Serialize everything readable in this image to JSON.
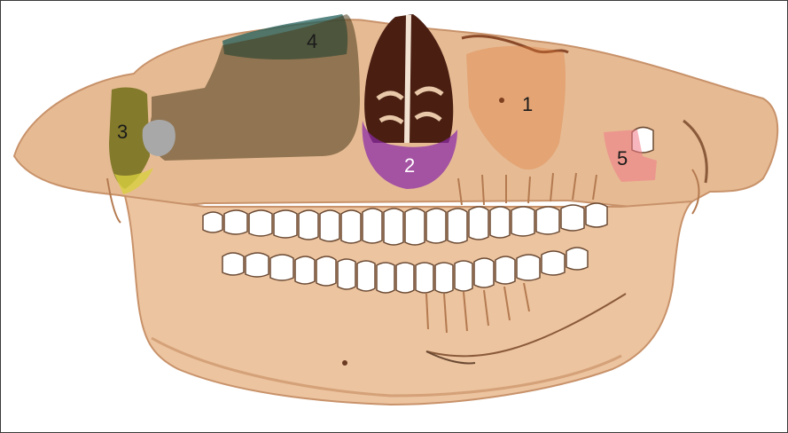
{
  "regions": [
    {
      "id": "1",
      "label": "1",
      "color": "#e07a3a"
    },
    {
      "id": "2",
      "label": "2",
      "color": "#8a2aa8"
    },
    {
      "id": "3",
      "label": "3",
      "color": "#6b6a12"
    },
    {
      "id": "4",
      "label": "4",
      "color": "#1f5e5a"
    },
    {
      "id": "5",
      "label": "5",
      "color": "#f07a86"
    }
  ],
  "colors": {
    "bone": "#e3b48c",
    "bone_light": "#f2d2b2",
    "bone_shadow": "#c48a5e",
    "tooth": "#ffffff",
    "tooth_edge": "#6b4a33",
    "nasal_dark": "#4a1f12"
  }
}
